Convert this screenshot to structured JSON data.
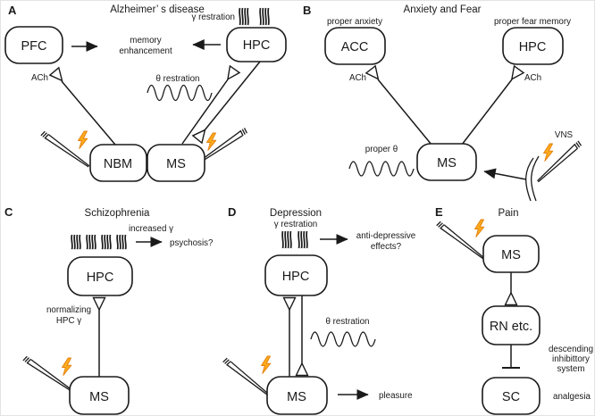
{
  "figure": {
    "background": "#ffffff",
    "line_color": "#1a1a1a",
    "bolt_color": "#FBAA1C",
    "bolt_outline": "#E37F0E"
  },
  "panelA": {
    "label": "A",
    "title": "Alzheimer’ s disease",
    "nodes": {
      "pfc": "PFC",
      "hpc": "HPC",
      "nbm": "NBM",
      "ms": "MS"
    },
    "gamma_label": "γ restration",
    "theta_label": "θ restration",
    "ach_label": "ACh",
    "effect_lines": [
      "memory",
      "enhancement"
    ]
  },
  "panelB": {
    "label": "B",
    "title": "Anxiety and Fear",
    "nodes": {
      "acc": "ACC",
      "hpc": "HPC",
      "ms": "MS"
    },
    "acc_caption": "proper anxiety",
    "hpc_caption": "proper fear memory",
    "ach_left": "ACh",
    "ach_right": "ACh",
    "theta_label": "proper θ",
    "vns_label": "VNS"
  },
  "panelC": {
    "label": "C",
    "title": "Schizophrenia",
    "nodes": {
      "hpc": "HPC",
      "ms": "MS"
    },
    "increased_label": "increased γ",
    "outcome": "psychosis?",
    "normalizing_lines": [
      "normalizing",
      "HPC γ"
    ]
  },
  "panelD": {
    "label": "D",
    "title": "Depression",
    "nodes": {
      "hpc": "HPC",
      "ms": "MS"
    },
    "gamma_label": "γ restration",
    "effect_lines": [
      "anti-depressive",
      "effects?"
    ],
    "theta_label": "θ restration",
    "outcome": "pleasure"
  },
  "panelE": {
    "label": "E",
    "title": "Pain",
    "nodes": {
      "ms": "MS",
      "rn": "RN etc.",
      "sc": "SC"
    },
    "system_lines": [
      "descending",
      "inhibittory",
      "system"
    ],
    "outcome": "analgesia"
  }
}
